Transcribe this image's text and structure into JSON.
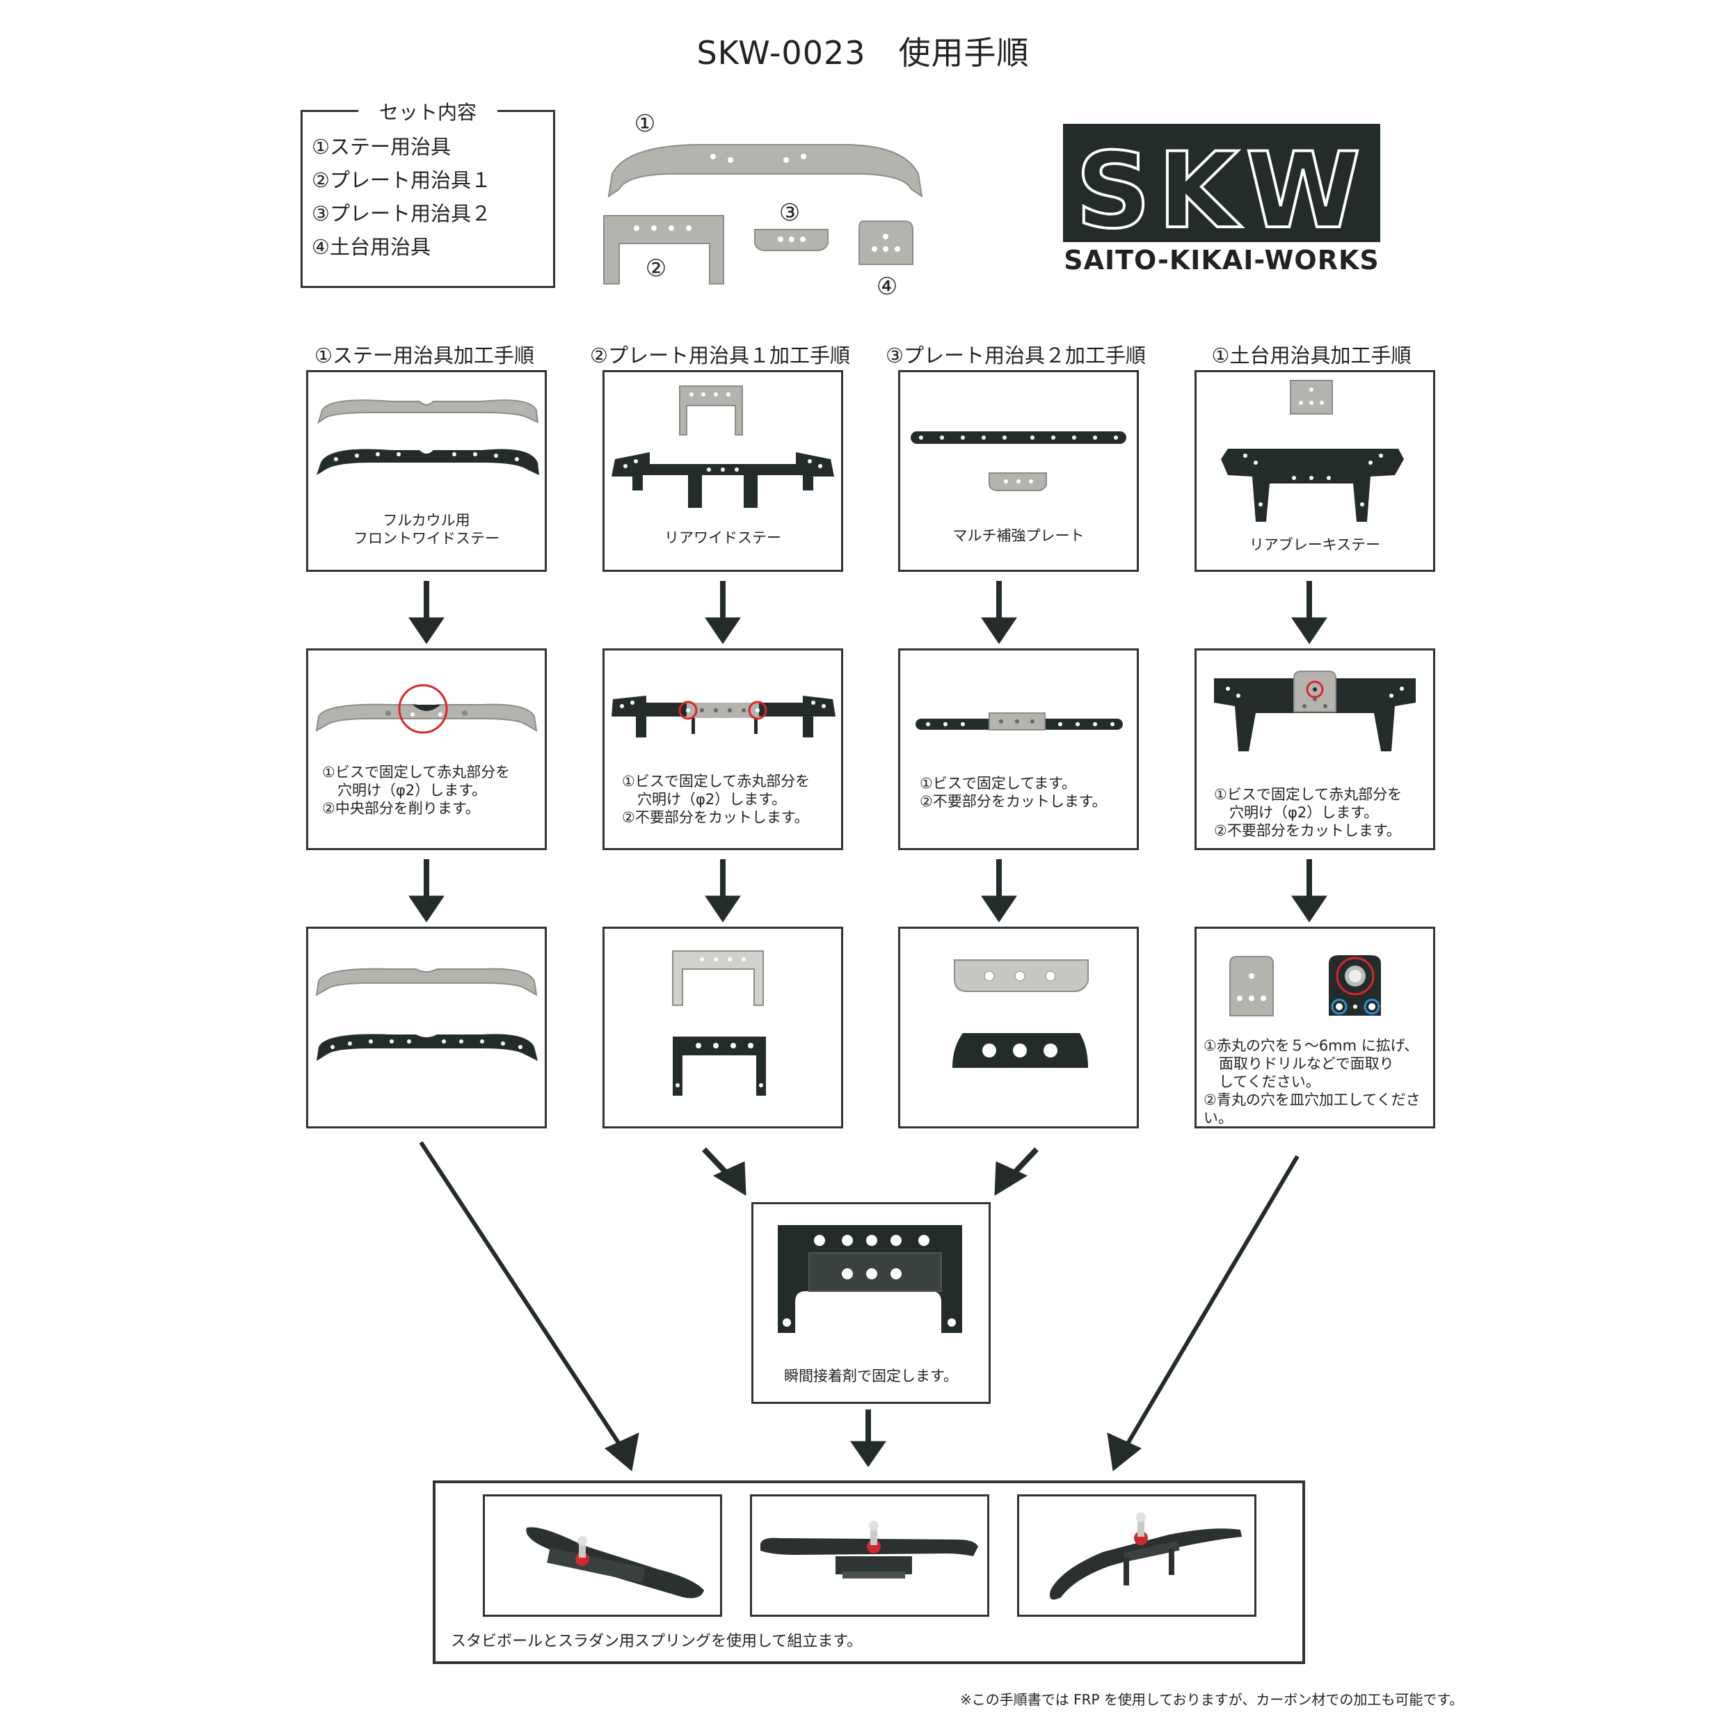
{
  "title": "SKW-0023　使用手順",
  "set_contents": {
    "heading": "セット内容",
    "items": [
      "①ステー用治具",
      "②プレート用治具１",
      "③プレート用治具２",
      "④土台用治具"
    ]
  },
  "part_numbers": [
    "①",
    "②",
    "③",
    "④"
  ],
  "logo": {
    "mark": "SKW",
    "subtitle": "SAITO-KIKAI-WORKS"
  },
  "columns": [
    {
      "heading": "①ステー用治具加工手順",
      "step1_caption": [
        "フルカウル用",
        "フロントワイドステー"
      ],
      "step2_caption": [
        "①ビスで固定して赤丸部分を",
        "穴明け（φ2）します。",
        "②中央部分を削ります。"
      ]
    },
    {
      "heading": "②プレート用治具１加工手順",
      "step1_caption": [
        "リアワイドステー"
      ],
      "step2_caption": [
        "①ビスで固定して赤丸部分を",
        "穴明け（φ2）します。",
        "②不要部分をカットします。"
      ]
    },
    {
      "heading": "③プレート用治具２加工手順",
      "step1_caption": [
        "マルチ補強プレート"
      ],
      "step2_caption": [
        "①ビスで固定してます。",
        "②不要部分をカットします。"
      ]
    },
    {
      "heading": "①土台用治具加工手順",
      "step1_caption": [
        "リアブレーキステー"
      ],
      "step2_caption": [
        "①ビスで固定して赤丸部分を",
        "穴明け（φ2）します。",
        "②不要部分をカットします。"
      ],
      "step3_caption": [
        "①赤丸の穴を５～6mm に拡げ、",
        "面取りドリルなどで面取り",
        "してください。",
        "②青丸の穴を皿穴加工してください。"
      ]
    }
  ],
  "glue_caption": "瞬間接着剤で固定します。",
  "assembly_caption": "スタビボールとスラダン用スプリングを使用して組立ます。",
  "footnote": "※この手順書では FRP を使用しておりますが、カーボン材での加工も可能です。",
  "colors": {
    "dark": "#242b2b",
    "frame": "#333333",
    "steel": "#b5b3ae",
    "red": "#d9262c",
    "blue": "#2f8fd0"
  }
}
